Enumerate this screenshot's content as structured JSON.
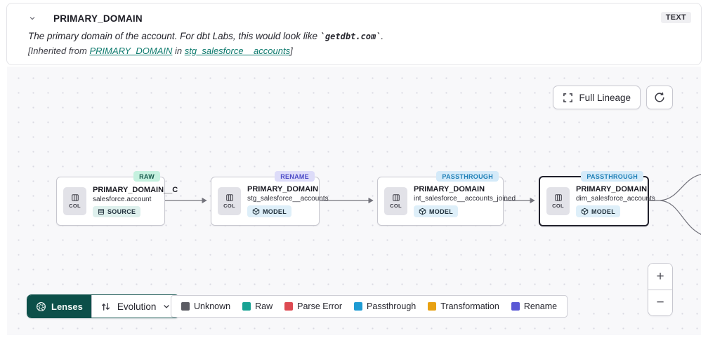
{
  "header": {
    "title": "PRIMARY_DOMAIN",
    "type_badge": "TEXT",
    "description_prefix": "The primary domain of the account. For dbt Labs, this would look like ",
    "description_code": "`getdbt.com`",
    "description_suffix": ".",
    "inherited_prefix": "[Inherited from ",
    "inherited_link_column": "PRIMARY_DOMAIN",
    "inherited_middle": " in ",
    "inherited_link_model": "stg_salesforce__accounts",
    "inherited_suffix": "]"
  },
  "toolbar": {
    "full_lineage_label": "Full Lineage"
  },
  "nodes": [
    {
      "title": "PRIMARY_DOMAIN__C",
      "subtitle": "salesforce.account",
      "resource": "SOURCE",
      "lineage_badge": "RAW",
      "col_label": "COL"
    },
    {
      "title": "PRIMARY_DOMAIN",
      "subtitle": "stg_salesforce__accounts",
      "resource": "MODEL",
      "lineage_badge": "RENAME",
      "col_label": "COL"
    },
    {
      "title": "PRIMARY_DOMAIN",
      "subtitle": "int_salesforce__accounts_joined",
      "resource": "MODEL",
      "lineage_badge": "PASSTHROUGH",
      "col_label": "COL"
    },
    {
      "title": "PRIMARY_DOMAIN",
      "subtitle": "dim_salesforce_accounts",
      "resource": "MODEL",
      "lineage_badge": "PASSTHROUGH",
      "col_label": "COL"
    }
  ],
  "controls": {
    "lenses_label": "Lenses",
    "lens_selected": "Evolution",
    "zoom_in": "+",
    "zoom_out": "−"
  },
  "legend": {
    "items": [
      {
        "label": "Unknown",
        "color": "#5B5C63"
      },
      {
        "label": "Raw",
        "color": "#17A293"
      },
      {
        "label": "Parse Error",
        "color": "#DD4A52"
      },
      {
        "label": "Passthrough",
        "color": "#1E9BD3"
      },
      {
        "label": "Transformation",
        "color": "#E8A112"
      },
      {
        "label": "Rename",
        "color": "#5A58D5"
      }
    ]
  },
  "colors": {
    "accent_teal": "#0E7A6D",
    "lenses_button": "#0C4F49",
    "canvas_background": "#F8F8FA"
  }
}
